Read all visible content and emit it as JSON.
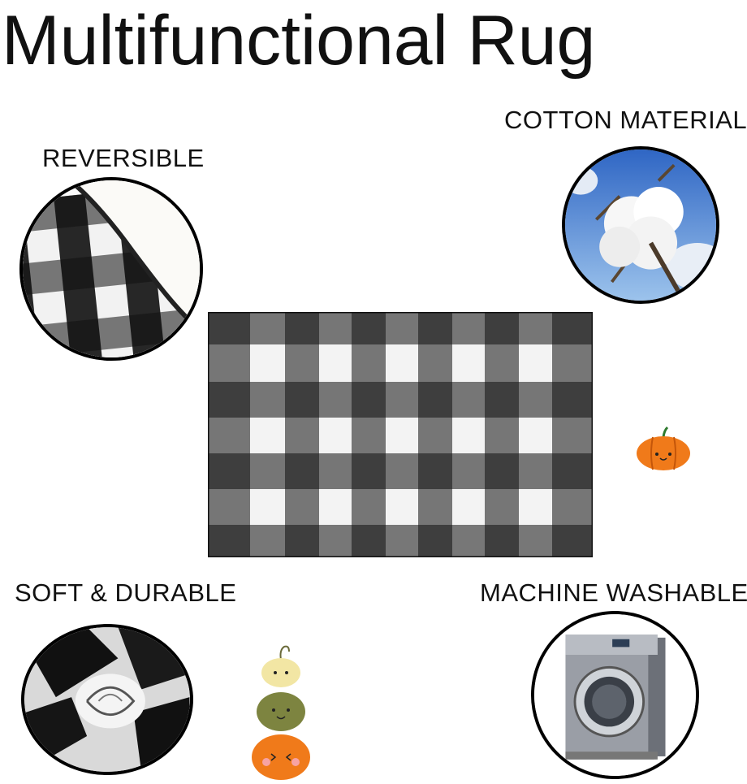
{
  "title": "Multifunctional Rug",
  "features": [
    {
      "label": "REVERSIBLE",
      "icon": "reversible-rug-corner-image"
    },
    {
      "label": "COTTON MATERIAL",
      "icon": "cotton-boll-image"
    },
    {
      "label": "SOFT & DURABLE",
      "icon": "twisted-fabric-image"
    },
    {
      "label": "MACHINE WASHABLE",
      "icon": "washing-machine-image"
    }
  ],
  "colors": {
    "black": "#111111",
    "gray": "#8a8a8a",
    "white": "#f4f4f4",
    "pumpkin": "#f07a1a",
    "sky": "#3b6fc4"
  }
}
